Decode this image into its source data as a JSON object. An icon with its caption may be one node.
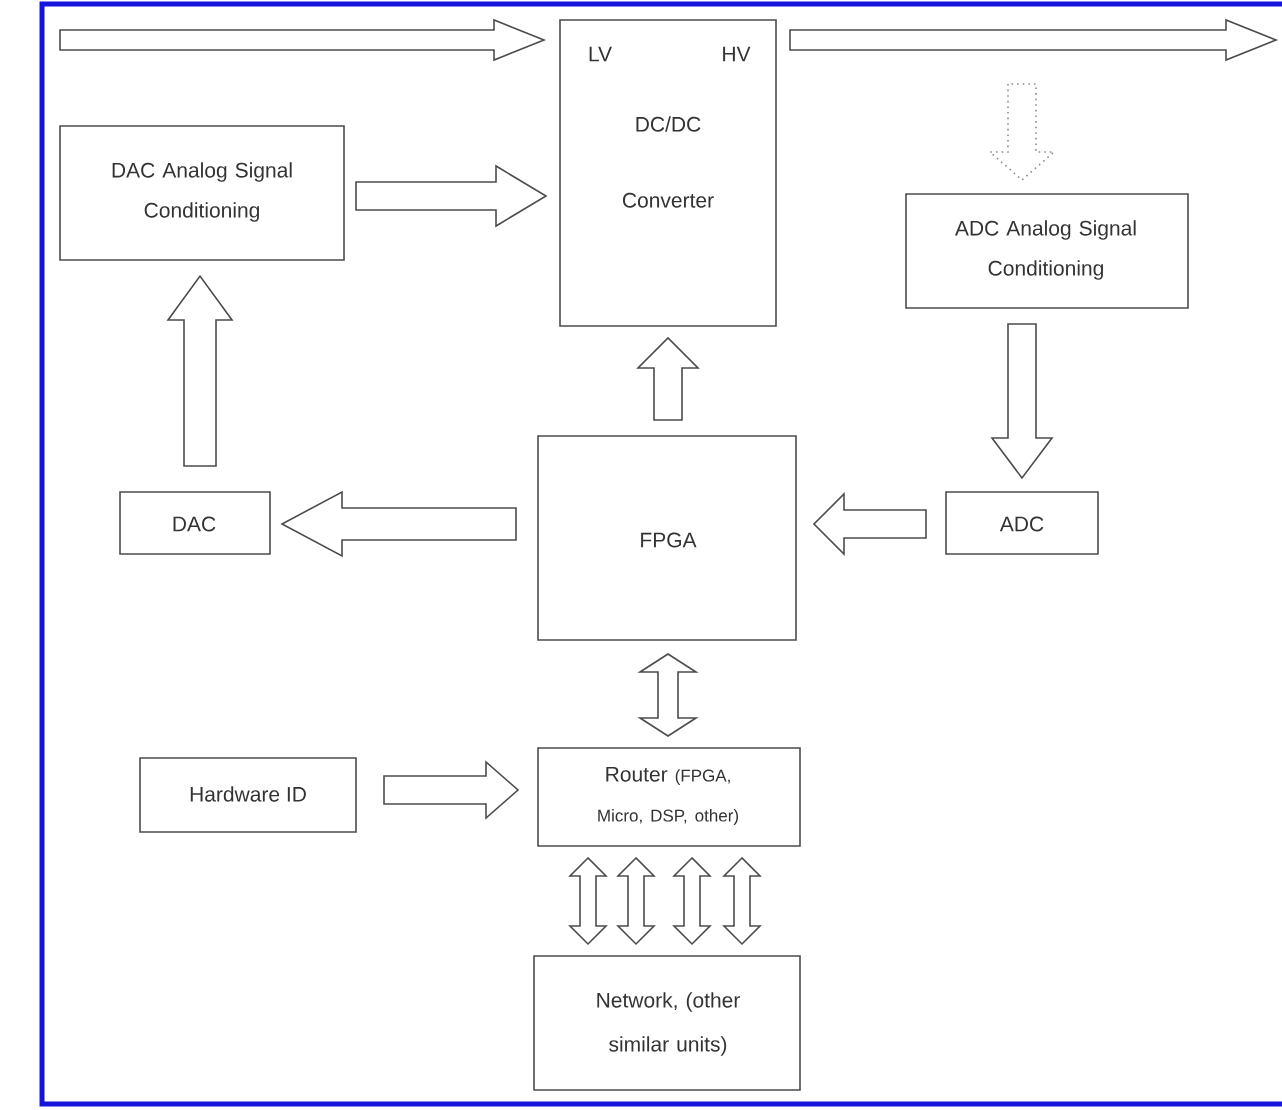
{
  "diagram": {
    "nodes": [
      {
        "text": [
          "LV",
          "HV",
          "DC/DC Converter"
        ]
      },
      {
        "text": [
          "DAC Analog Signal Conditioning"
        ]
      },
      {
        "text": [
          "ADC Analog Signal Conditioning"
        ]
      },
      {
        "text": [
          "DAC"
        ]
      },
      {
        "text": [
          "FPGA"
        ]
      },
      {
        "text": [
          "ADC"
        ]
      },
      {
        "text": [
          "Hardware ID"
        ]
      },
      {
        "text": [
          "Router",
          "(FPGA, Micro, DSP, other)"
        ]
      },
      {
        "text": [
          "Network, (other similar units)"
        ]
      }
    ],
    "edges": [
      {
        "from": null,
        "to": 0,
        "arrow": "to"
      },
      {
        "from": 0,
        "to": null,
        "arrow": "to"
      },
      {
        "from": null,
        "to": 2,
        "arrow": "to",
        "style": "dashed"
      },
      {
        "from": 1,
        "to": 0,
        "arrow": "to"
      },
      {
        "from": 3,
        "to": 1,
        "arrow": "to"
      },
      {
        "from": 4,
        "to": 0,
        "arrow": "to"
      },
      {
        "from": 2,
        "to": 5,
        "arrow": "to"
      },
      {
        "from": 4,
        "to": 3,
        "arrow": "to"
      },
      {
        "from": 5,
        "to": 4,
        "arrow": "to"
      },
      {
        "from": 4,
        "to": 7,
        "arrow": "both"
      },
      {
        "from": 6,
        "to": 7,
        "arrow": "to"
      },
      {
        "from": 7,
        "to": 8,
        "arrow": "both"
      },
      {
        "from": 7,
        "to": 8,
        "arrow": "both"
      },
      {
        "from": 7,
        "to": 8,
        "arrow": "both"
      },
      {
        "from": 7,
        "to": 8,
        "arrow": "both"
      }
    ]
  }
}
